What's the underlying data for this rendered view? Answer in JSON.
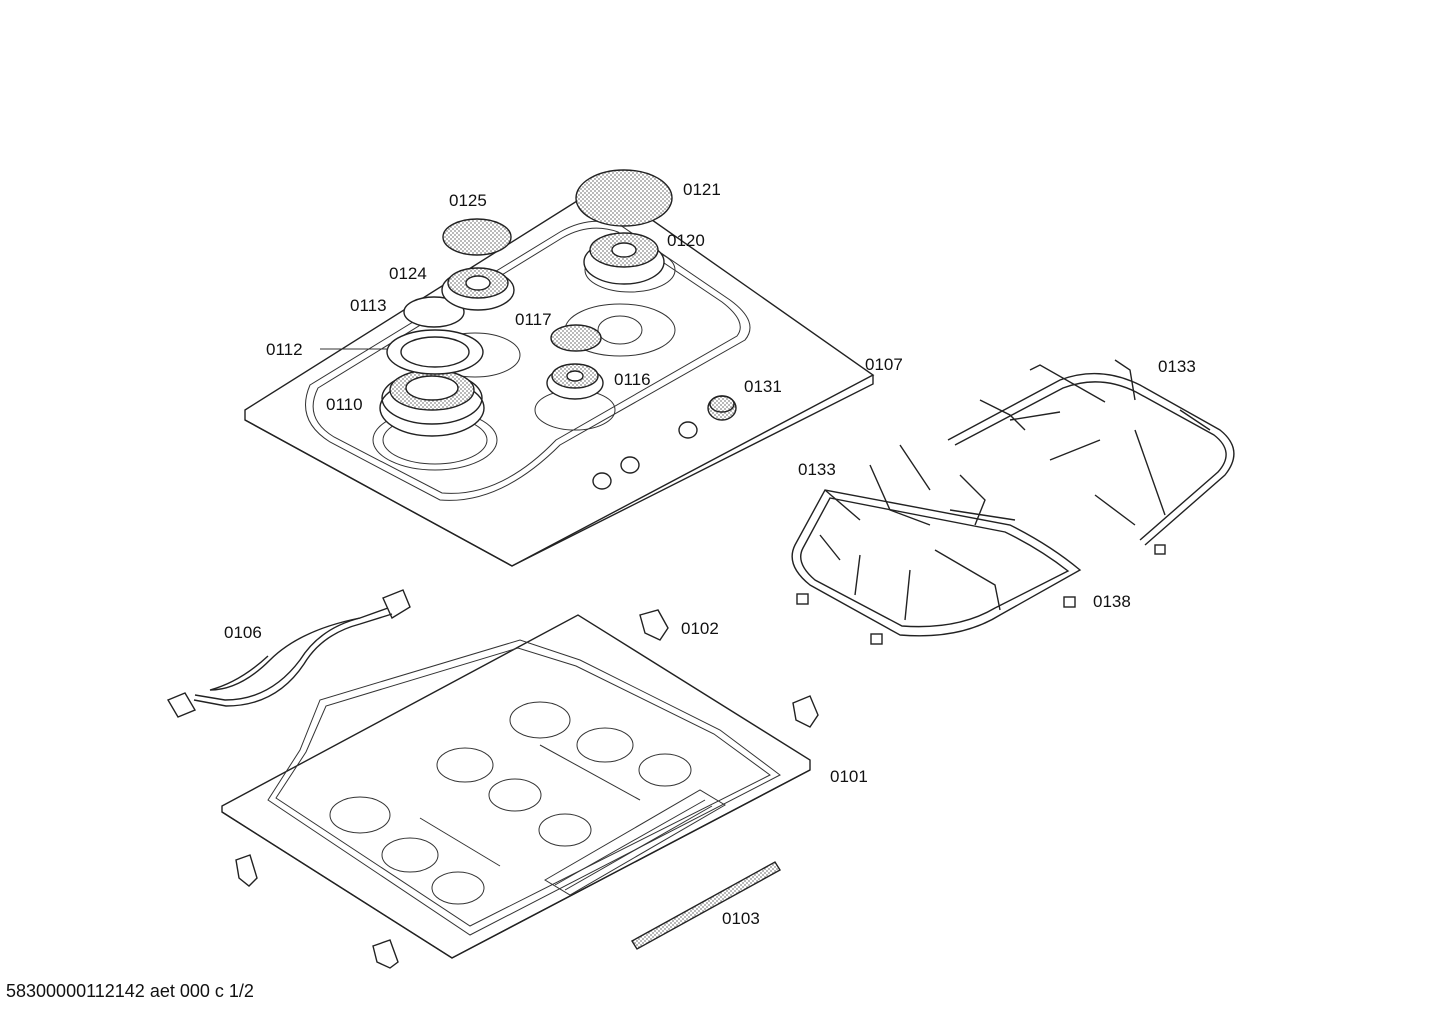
{
  "colors": {
    "line": "#222222",
    "hatch": "#bbbbbb",
    "background": "#ffffff"
  },
  "parts": {
    "p0101": "0101",
    "p0102": "0102",
    "p0103": "0103",
    "p0106": "0106",
    "p0107": "0107",
    "p0110": "0110",
    "p0112": "0112",
    "p0113": "0113",
    "p0116": "0116",
    "p0117": "0117",
    "p0120": "0120",
    "p0121": "0121",
    "p0124": "0124",
    "p0125": "0125",
    "p0131": "0131",
    "p0133a": "0133",
    "p0133b": "0133",
    "p0138": "0138"
  },
  "footer": {
    "code": "58300000112142 aet 000 c 1/2"
  }
}
